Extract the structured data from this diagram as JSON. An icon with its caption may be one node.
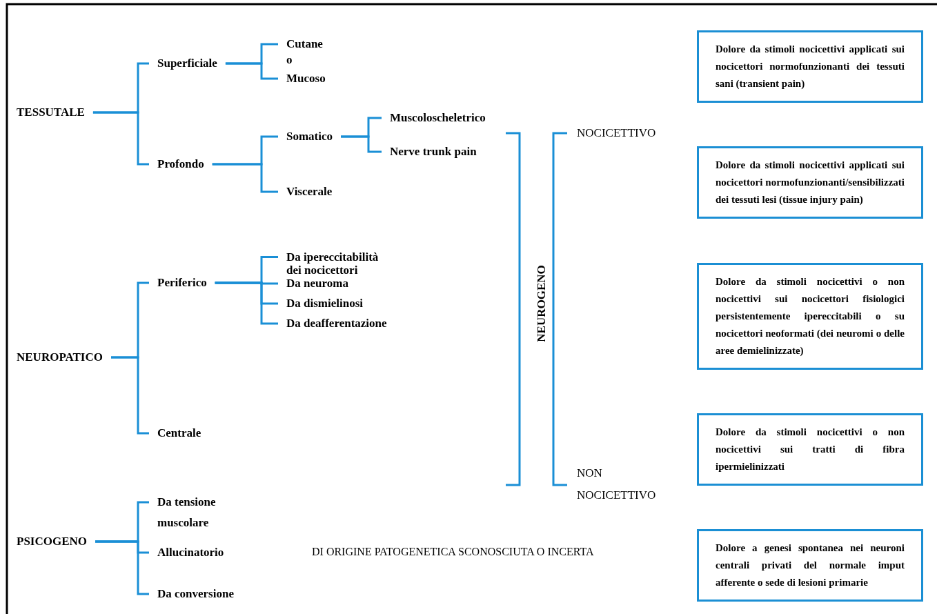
{
  "diagram": {
    "nodes": [
      {
        "text": [
          "TESSUTALE"
        ]
      },
      {
        "text": [
          "Superficiale"
        ]
      },
      {
        "text": [
          "Cutane"
        ]
      },
      {
        "text": [
          "Mucoso"
        ]
      },
      {
        "text": [
          "Profondo"
        ]
      },
      {
        "text": [
          "Somatico"
        ]
      },
      {
        "text": [
          "Muscoloscheletrico"
        ]
      },
      {
        "text": [
          "Nerve trunk pain"
        ]
      },
      {
        "text": [
          "Viscerale"
        ]
      },
      {
        "text": [
          "NEUROPATICO"
        ]
      },
      {
        "text": [
          "Periferico"
        ]
      },
      {
        "text": [
          "Da ipereccitabilità dei nocicettori"
        ]
      },
      {
        "text": [
          "Da neuroma"
        ]
      },
      {
        "text": [
          "Da dismielinosi"
        ]
      },
      {
        "text": [
          "Da deafferentazione"
        ]
      },
      {
        "text": [
          "Centrale"
        ]
      },
      {
        "text": [
          "PSICOGENO"
        ]
      },
      {
        "text": [
          "Da tensione muscolare"
        ]
      },
      {
        "text": [
          "Allucinatorio"
        ]
      },
      {
        "text": [
          "Da conversione"
        ]
      },
      {
        "text": [
          "Dolore da stimoli nocicettivi applicati sui nocicettori normofunzionanti dei tessuti sani (transient pain)"
        ]
      },
      {
        "text": [
          "Dolore da stimoli nocicettivi applicati sui nocicettori normofunzionanti/sensibilizzati dei tessuti lesi (tissue injury pain)"
        ]
      },
      {
        "text": [
          "Dolore da stimoli nocicettivi o non nocicettivi sui nocicettori fisiologici persistentemente ipereccitabili o su nocicettori neoformati (dei neuromi o delle aree demielinizzate)"
        ]
      },
      {
        "text": [
          "Dolore da stimoli nocicettivi o non nocicettivi sui tratti di fibra ipermielinizzati"
        ]
      },
      {
        "text": [
          "Dolore a genesi spontanea nei neuroni centrali privati del normale imput afferente o sede di lesioni primarie"
        ]
      }
    ],
    "edges": [
      {
        "from": 0,
        "to": 1,
        "arrow": "none"
      },
      {
        "from": 0,
        "to": 4,
        "arrow": "none"
      },
      {
        "from": 1,
        "to": 2,
        "arrow": "none"
      },
      {
        "from": 1,
        "to": 3,
        "arrow": "none"
      },
      {
        "from": 4,
        "to": 5,
        "arrow": "none"
      },
      {
        "from": 4,
        "to": 8,
        "arrow": "none"
      },
      {
        "from": 5,
        "to": 6,
        "arrow": "none"
      },
      {
        "from": 5,
        "to": 7,
        "arrow": "none"
      },
      {
        "from": 9,
        "to": 10,
        "arrow": "none"
      },
      {
        "from": 9,
        "to": 15,
        "arrow": "none"
      },
      {
        "from": 10,
        "to": 11,
        "arrow": "none"
      },
      {
        "from": 10,
        "to": 12,
        "arrow": "none"
      },
      {
        "from": 10,
        "to": 13,
        "arrow": "none"
      },
      {
        "from": 10,
        "to": 14,
        "arrow": "none"
      },
      {
        "from": 16,
        "to": 17,
        "arrow": "none"
      },
      {
        "from": 16,
        "to": 18,
        "arrow": "none"
      },
      {
        "from": 16,
        "to": 19,
        "arrow": "none"
      }
    ],
    "labels": [
      "o",
      "NEUROGENO",
      "NOCICETTIVO",
      "NON NOCICETTIVO",
      "DI ORIGINE PATOGENETICA SCONOSCIUTA O INCERTA"
    ]
  }
}
